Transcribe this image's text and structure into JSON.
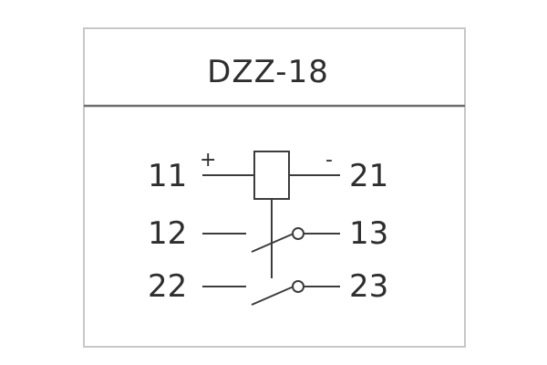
{
  "title": "DZZ-18",
  "terminals": {
    "t11": "11",
    "t21": "21",
    "t12": "12",
    "t13": "13",
    "t22": "22",
    "t23": "23"
  },
  "polarity": {
    "plus": "+",
    "minus": "-"
  },
  "colors": {
    "frame": "#c8c8c8",
    "divider": "#6e6e6e",
    "line": "#3c3c3c",
    "text": "#2e2e2e"
  }
}
